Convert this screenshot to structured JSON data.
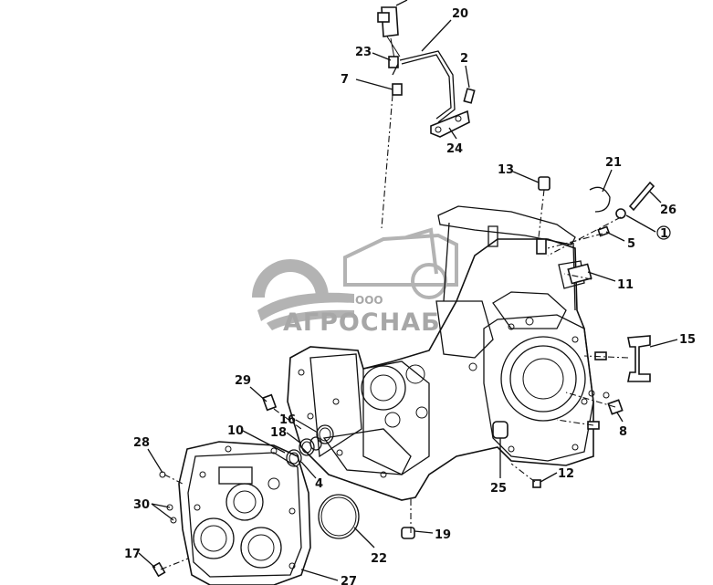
{
  "watermark": {
    "company_prefix": "ООО",
    "company_name": "АГРОСНАБ"
  },
  "callouts": {
    "c20": "20",
    "c23": "23",
    "c2": "2",
    "c7": "7",
    "c24": "24",
    "c13": "13",
    "c21": "21",
    "c26": "26",
    "c1": "1",
    "c5": "5",
    "c11": "11",
    "c15": "15",
    "c29": "29",
    "c16": "16",
    "c10": "10",
    "c18": "18",
    "c4": "4",
    "c28": "28",
    "c30": "30",
    "c17": "17",
    "c22": "22",
    "c27": "27",
    "c25": "25",
    "c12": "12",
    "c19": "19",
    "c8": "8"
  }
}
